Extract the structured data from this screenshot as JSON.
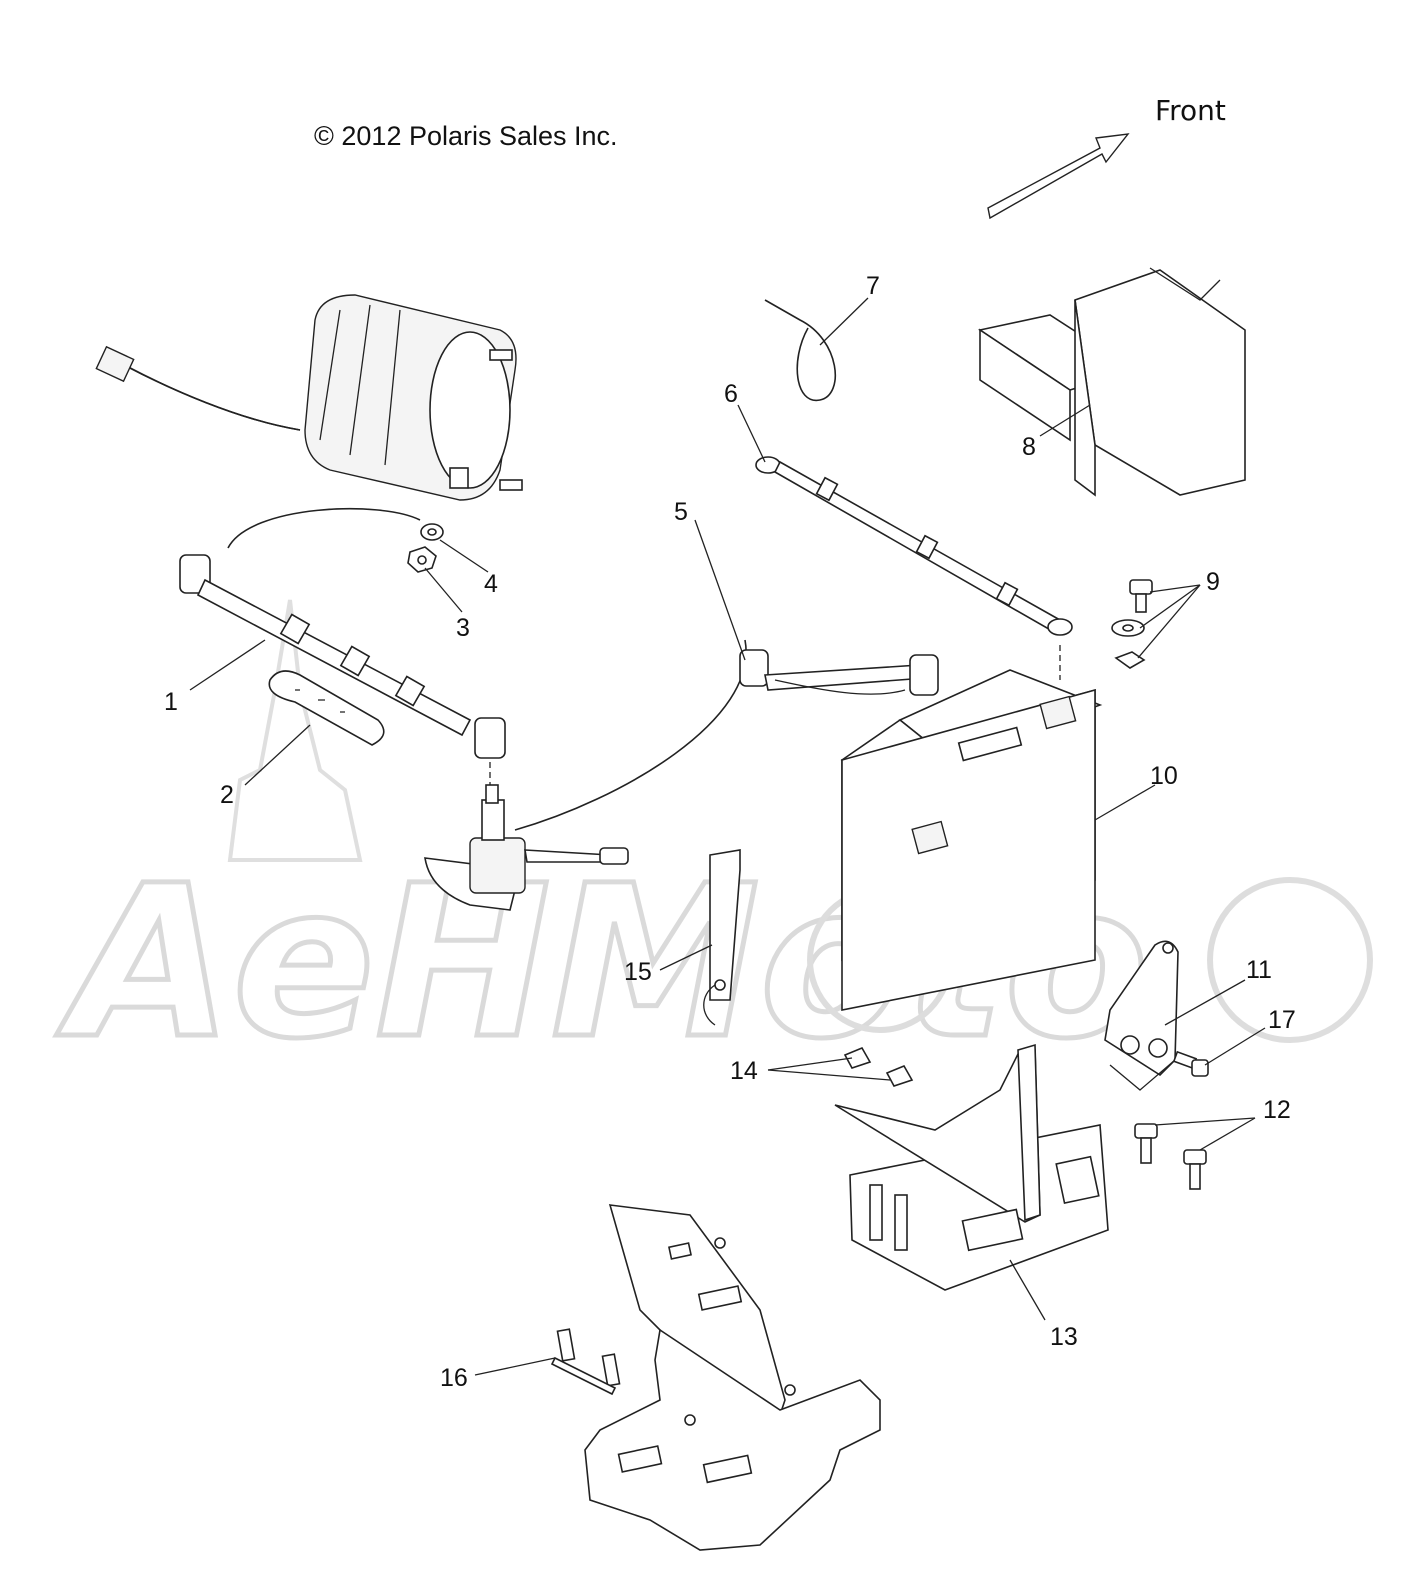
{
  "copyright": "© 2012 Polaris Sales Inc.",
  "direction_label": "Front",
  "watermark": "AeHMoto",
  "callouts": [
    {
      "id": "1",
      "label": "1"
    },
    {
      "id": "2",
      "label": "2"
    },
    {
      "id": "3",
      "label": "3"
    },
    {
      "id": "4",
      "label": "4"
    },
    {
      "id": "5",
      "label": "5"
    },
    {
      "id": "6",
      "label": "6"
    },
    {
      "id": "7",
      "label": "7"
    },
    {
      "id": "8",
      "label": "8"
    },
    {
      "id": "9",
      "label": "9"
    },
    {
      "id": "10",
      "label": "10"
    },
    {
      "id": "11",
      "label": "11"
    },
    {
      "id": "12",
      "label": "12"
    },
    {
      "id": "13",
      "label": "13"
    },
    {
      "id": "14",
      "label": "14"
    },
    {
      "id": "15",
      "label": "15"
    },
    {
      "id": "16",
      "label": "16"
    },
    {
      "id": "17",
      "label": "17"
    }
  ]
}
